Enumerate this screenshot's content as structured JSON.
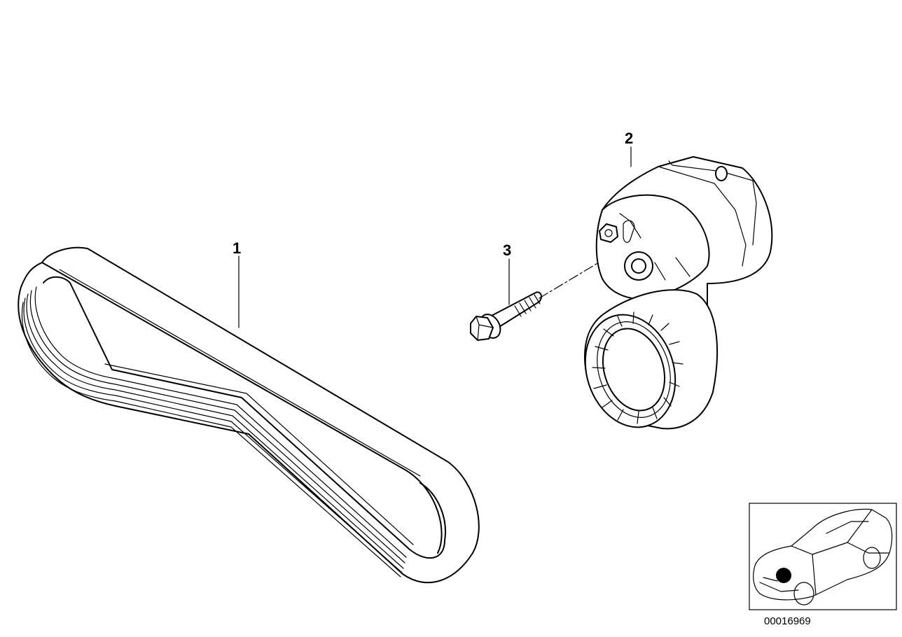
{
  "callouts": [
    {
      "id": "1",
      "label": "1",
      "part": "belt"
    },
    {
      "id": "2",
      "label": "2",
      "part": "tensioner"
    },
    {
      "id": "3",
      "label": "3",
      "part": "bolt"
    }
  ],
  "document_number": "00016969",
  "colors": {
    "ink": "#000000",
    "paper": "#ffffff"
  }
}
